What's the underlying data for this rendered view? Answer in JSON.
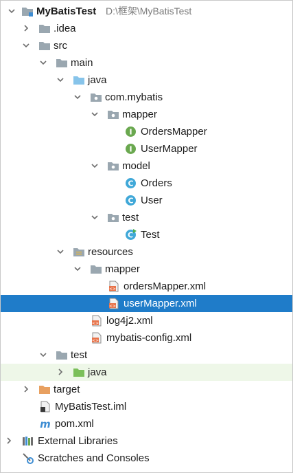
{
  "project": {
    "name": "MyBatisTest",
    "path": "D:\\框架\\MyBatisTest"
  },
  "tree": {
    "idea": ".idea",
    "src": "src",
    "main": "main",
    "java": "java",
    "package": "com.mybatis",
    "mapper_pkg": "mapper",
    "orders_mapper": "OrdersMapper",
    "user_mapper": "UserMapper",
    "model_pkg": "model",
    "orders": "Orders",
    "user": "User",
    "test_pkg": "test",
    "test_class": "Test",
    "resources": "resources",
    "res_mapper": "mapper",
    "orders_xml": "ordersMapper.xml",
    "user_xml": "userMapper.xml",
    "log4j2": "log4j2.xml",
    "mybatis_config": "mybatis-config.xml",
    "test_root": "test",
    "test_java": "java",
    "target": "target",
    "iml": "MyBatisTest.iml",
    "pom": "pom.xml",
    "external_libraries": "External Libraries",
    "scratches": "Scratches and Consoles"
  },
  "selected_item": "userMapper.xml",
  "colors": {
    "selection": "#1f7cc9",
    "test_root_bg": "#eef7e8",
    "folder": "#9aa7b0",
    "source_folder": "#87c4ea",
    "test_folder": "#7bbf5a",
    "excluded_folder": "#e8a060",
    "class_icon": "#40a8d8",
    "interface_icon": "#6aa84f"
  }
}
